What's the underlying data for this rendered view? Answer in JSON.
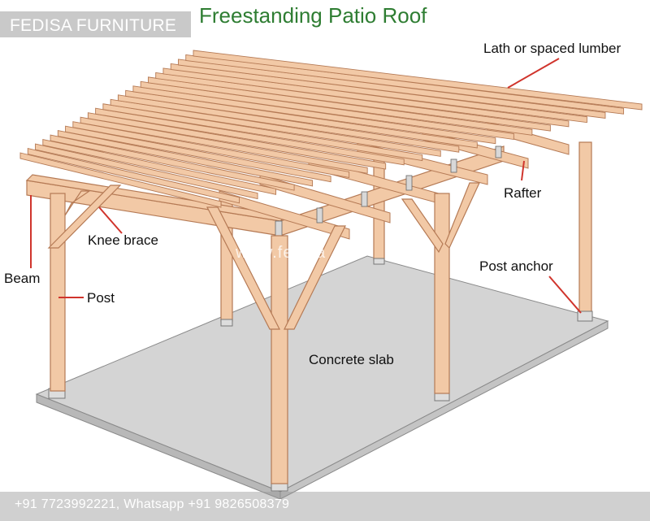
{
  "brand": {
    "name": "FEDISA FURNITURE"
  },
  "title": "Freestanding Patio Roof",
  "labels": {
    "lath": "Lath or spaced lumber",
    "rafter": "Rafter",
    "knee_brace": "Knee brace",
    "beam": "Beam",
    "post": "Post",
    "post_anchor": "Post anchor",
    "concrete_slab": "Concrete slab"
  },
  "watermark": "www.fedisa",
  "footer": {
    "contact": "+91 7723992221, Whatsapp +91 9826508379"
  },
  "colors": {
    "title": "#2e7d32",
    "wood": "#f2c9a6",
    "wood_edge": "#b57a55",
    "slab": "#d6d6d6",
    "leader": "#d0342c"
  }
}
